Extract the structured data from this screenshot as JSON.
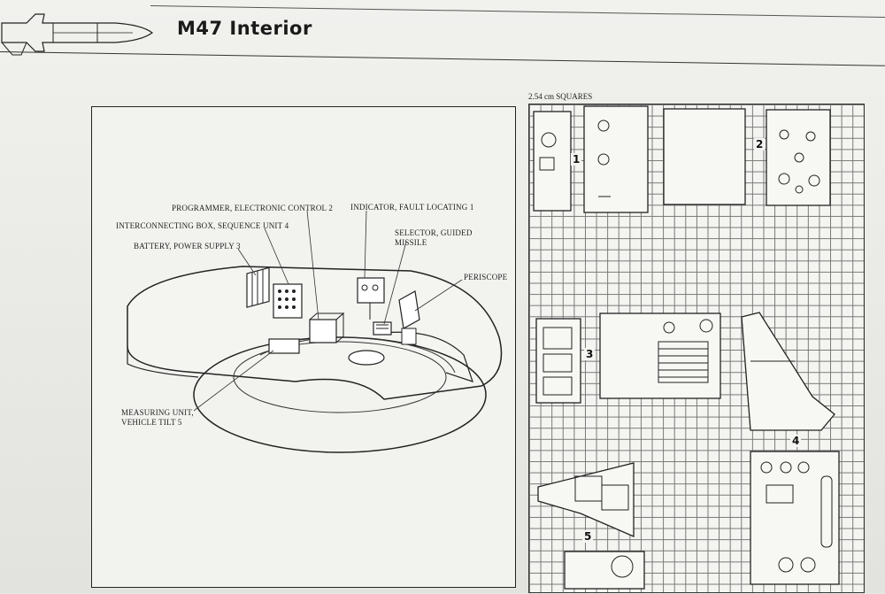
{
  "header": {
    "title": "M47 Interior"
  },
  "diagram": {
    "labels": {
      "programmer": "PROGRAMMER, ELECTRONIC CONTROL 2",
      "indicator": "INDICATOR, FAULT LOCATING 1",
      "interconnecting": "INTERCONNECTING BOX, SEQUENCE UNIT 4",
      "selector_line1": "SELECTOR, GUIDED",
      "selector_line2": "MISSILE",
      "battery": "BATTERY, POWER SUPPLY 3",
      "periscope": "PERISCOPE",
      "measuring_line1": "MEASURING UNIT,",
      "measuring_line2": "VEHICLE TILT 5"
    }
  },
  "grid": {
    "scale_label": "2.54 cm SQUARES",
    "part_numbers": [
      "1",
      "2",
      "3",
      "4",
      "5"
    ]
  }
}
